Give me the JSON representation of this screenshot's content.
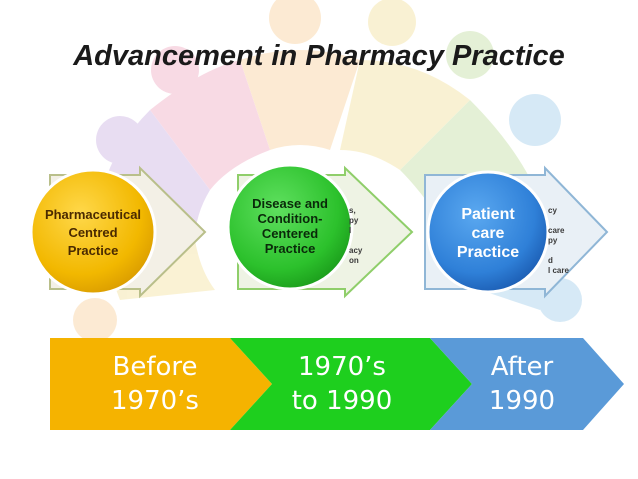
{
  "title": "Advancement in Pharmacy Practice",
  "colors": {
    "yellow": "#f2b800",
    "green": "#2cc12c",
    "blue": "#2f80d8",
    "bar_yellow": "#f5b300",
    "bar_green": "#1ecf1e",
    "bar_blue": "#5a9ad8"
  },
  "stages": [
    {
      "label": "Pharmaceutical Centred Practice",
      "label_lines": [
        "Pharmaceutical",
        "Centred",
        "Practice"
      ],
      "partial_text_lines": []
    },
    {
      "label": "Disease and Condition-Centered Practice",
      "label_lines": [
        "Disease and",
        "Condition-",
        "Centered",
        "Practice"
      ],
      "partial_text_lines": [
        "s,",
        "py",
        "l",
        "",
        "acy",
        "on"
      ]
    },
    {
      "label": "Patient care Practice",
      "label_lines": [
        "Patient",
        "care",
        "Practice"
      ],
      "partial_text_lines": [
        "cy",
        "",
        "care",
        "py",
        "",
        "d",
        "l care"
      ]
    }
  ],
  "eras": [
    {
      "line1": "Before",
      "line2": "1970’s"
    },
    {
      "line1": "1970’s",
      "line2": "to 1990"
    },
    {
      "line1": "After",
      "line2": "1990"
    }
  ]
}
